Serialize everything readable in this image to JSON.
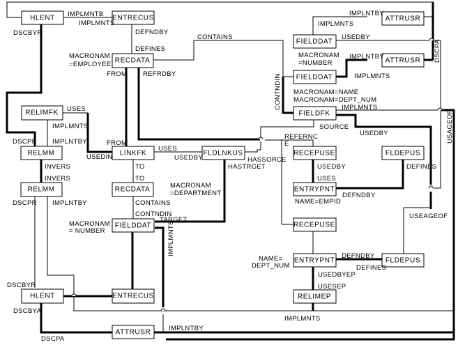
{
  "diagram": {
    "title": "Entity relationship network",
    "entities": {
      "hlent_top": "HLENT",
      "entrecus_top": "ENTRECUS",
      "recdata_top": "RECDATA",
      "fielddat_top": "FIELDDAT",
      "attrusr_top": "ATTRUSR",
      "attrusr_mid": "ATTRUSR",
      "fielddat_mid": "FIELDDAT",
      "fieldfk": "FIELDFK",
      "relimfk": "RELIMFK",
      "relmm_upper": "RELMM",
      "relmm_lower": "RELMM",
      "linkfk": "LINKFK",
      "fldlnkus": "FLDLNKUS",
      "recepuse_upper": "RECEPUSE",
      "fldepus_upper": "FLDEPUS",
      "entrypnt_upper": "ENTRYPNT",
      "recdata_mid": "RECDATA",
      "fielddat_low": "FIELDDAT",
      "recepuse_lower": "RECEPUSE",
      "entrypnt_lower": "ENTRYPNT",
      "fldepus_lower": "FLDEPUS",
      "relimep": "RELIMEP",
      "hlent_bottom": "HLENT",
      "entrecus_bottom": "ENTRECUS",
      "attrusr_bottom": "ATTRUSR"
    },
    "labels": {
      "implmntb": "IMPLMNTB",
      "implmnts_1": "IMPLMNTS",
      "dscbyr_1": "DSCBYR",
      "defndby_1": "DEFNDBY",
      "defines_1": "DEFINES",
      "contains_1": "CONTAINS",
      "macronam_emp_1": "MACRONAM",
      "macronam_emp_2": "=EMPLOYEE",
      "from_1": "FROM",
      "refrdby": "REFRDBY",
      "implntby_1": "IMPLNTBY",
      "implmnts_2": "IMPLMNTS",
      "usedby_1": "USEDBY",
      "dscpa_right": "DSCPA",
      "macronam_num_1": "MACRONAM",
      "macronam_num_2": "=NUMBER",
      "implntby_2": "IMPLNTBY",
      "implmnts_3": "IMPLMNTS",
      "contndin_vert": "CONTNDIN",
      "macronam_name": "MACRONAM=NAME",
      "macronam_dept": "MACRONAM=DEPT_NUM",
      "implmnts_4": "IMPLMNTS",
      "source": "SOURCE",
      "usedby_2": "USEDBY",
      "usageof": "USAGEOF",
      "uses_1": "USES",
      "implmnts_5": "IMPLMNTS",
      "implntby_3": "IMPLNTBY",
      "dscpr_1": "DSCPR",
      "usedin": "USEDIN",
      "from_2": "FROM",
      "uses_2": "USES",
      "usedby_3": "USEDBY",
      "referncE_1": "REFERNC",
      "referncE_2": "E",
      "hassorce": "HASSORCE",
      "hastrget": "HASTRGET",
      "usedby_4": "USEDBY",
      "uses_3": "USES",
      "defines_2": "DEFINES",
      "defndby_2": "DEFNDBY",
      "name_empid": "NAME=EMPID",
      "invers_1": "INVERS",
      "invers_2": "INVERS",
      "to_1": "TO",
      "to_2": "TO",
      "macronam_dept_1": "MACRONAM",
      "macronam_dept_2": "=DEPARTMENT",
      "dscpr_2": "DSCPR",
      "implntby_4": "IMPLNTBY",
      "contains_2": "CONTAINS",
      "contndin_2": "CONTNDIN",
      "target": "TARGET",
      "macronam_num_3": "MACRONAM",
      "macronam_num_4": "= NUMBER",
      "implmnts_vert": "IMPLMNTS",
      "useageof": "USEAGEOF",
      "name_dept_1": "NAME=",
      "name_dept_2": "DEPT_NUM",
      "defndby_3": "DEFNDBY",
      "defines_3": "DEFINES",
      "usedbyep": "USEDBYEP",
      "usesep": "USESEP",
      "dscbyr_2": "DSCBYR",
      "dscbya": "DSCBYA",
      "dscpa_bottom": "DSCPA",
      "implntby_5": "IMPLNTBY",
      "implmnts_6": "IMPLMNTS"
    }
  }
}
